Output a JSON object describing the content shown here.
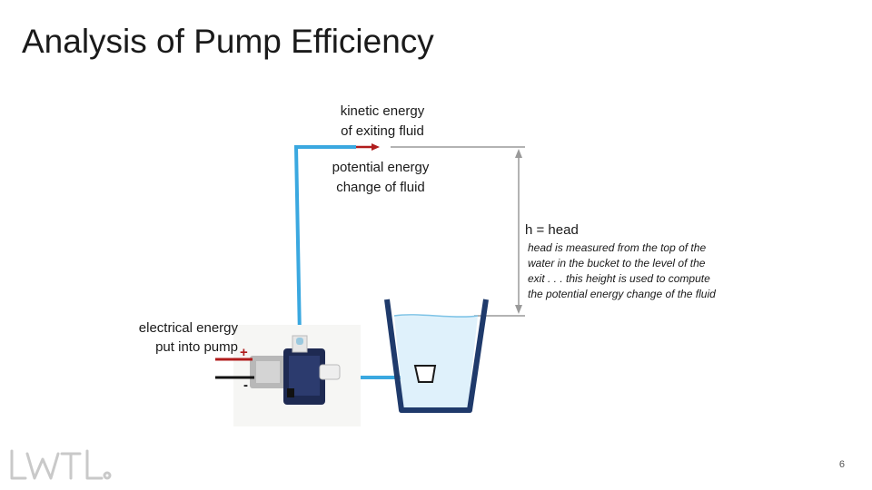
{
  "title": "Analysis of Pump Efficiency",
  "labels": {
    "kinetic": [
      "kinetic energy",
      "of exiting fluid"
    ],
    "potential": [
      "potential energy",
      "change of fluid"
    ],
    "electrical": [
      "electrical energy",
      "put into pump"
    ],
    "head": "h = head",
    "head_note": [
      "head is measured from the top of the",
      "water in the bucket to the level of the",
      "exit . . . this height is used to compute",
      "the potential energy change of the fluid"
    ],
    "plus": "+",
    "minus": "-"
  },
  "logo": "LWTL",
  "page_number": "6",
  "colors": {
    "tube": "#3aa8e0",
    "arrow": "#b01c1c",
    "bucket": "#1f3a6b",
    "water": "#dff1fb",
    "dimension": "#9a9a9a"
  }
}
